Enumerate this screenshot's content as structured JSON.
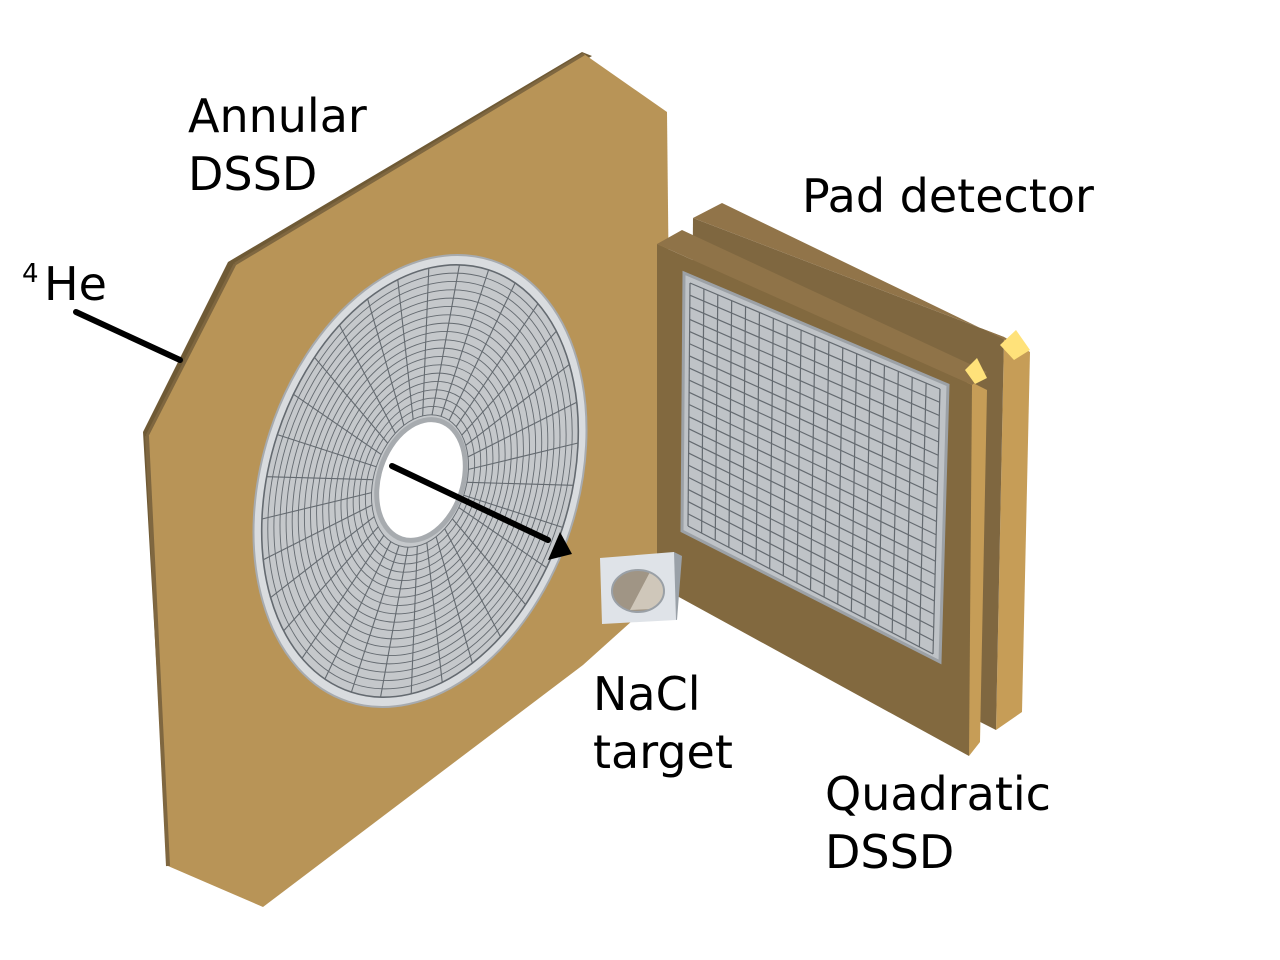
{
  "labels": {
    "annular_line1": "Annular",
    "annular_line2": "DSSD",
    "pad": "Pad detector",
    "beam_sup": "4",
    "beam": "He",
    "nacl_line1": "NaCl",
    "nacl_line2": "target",
    "quad_line1": "Quadratic",
    "quad_line2": "DSSD"
  },
  "detector": {
    "annular_rings": 18,
    "annular_sectors": 32,
    "pad_grid_rows": 20,
    "pad_grid_cols": 18
  },
  "colors": {
    "frame": "#b89457",
    "frame_dark": "#7f6740",
    "frame_edge": "#6f5a35",
    "pad_side": "#c69d57",
    "silicon": "#c5c8cb",
    "grid_line": "#646a70",
    "connector": "#ffe27a",
    "target_holder": "#dfe3e8",
    "target_disc": "#a09585",
    "arrow": "#000000"
  }
}
